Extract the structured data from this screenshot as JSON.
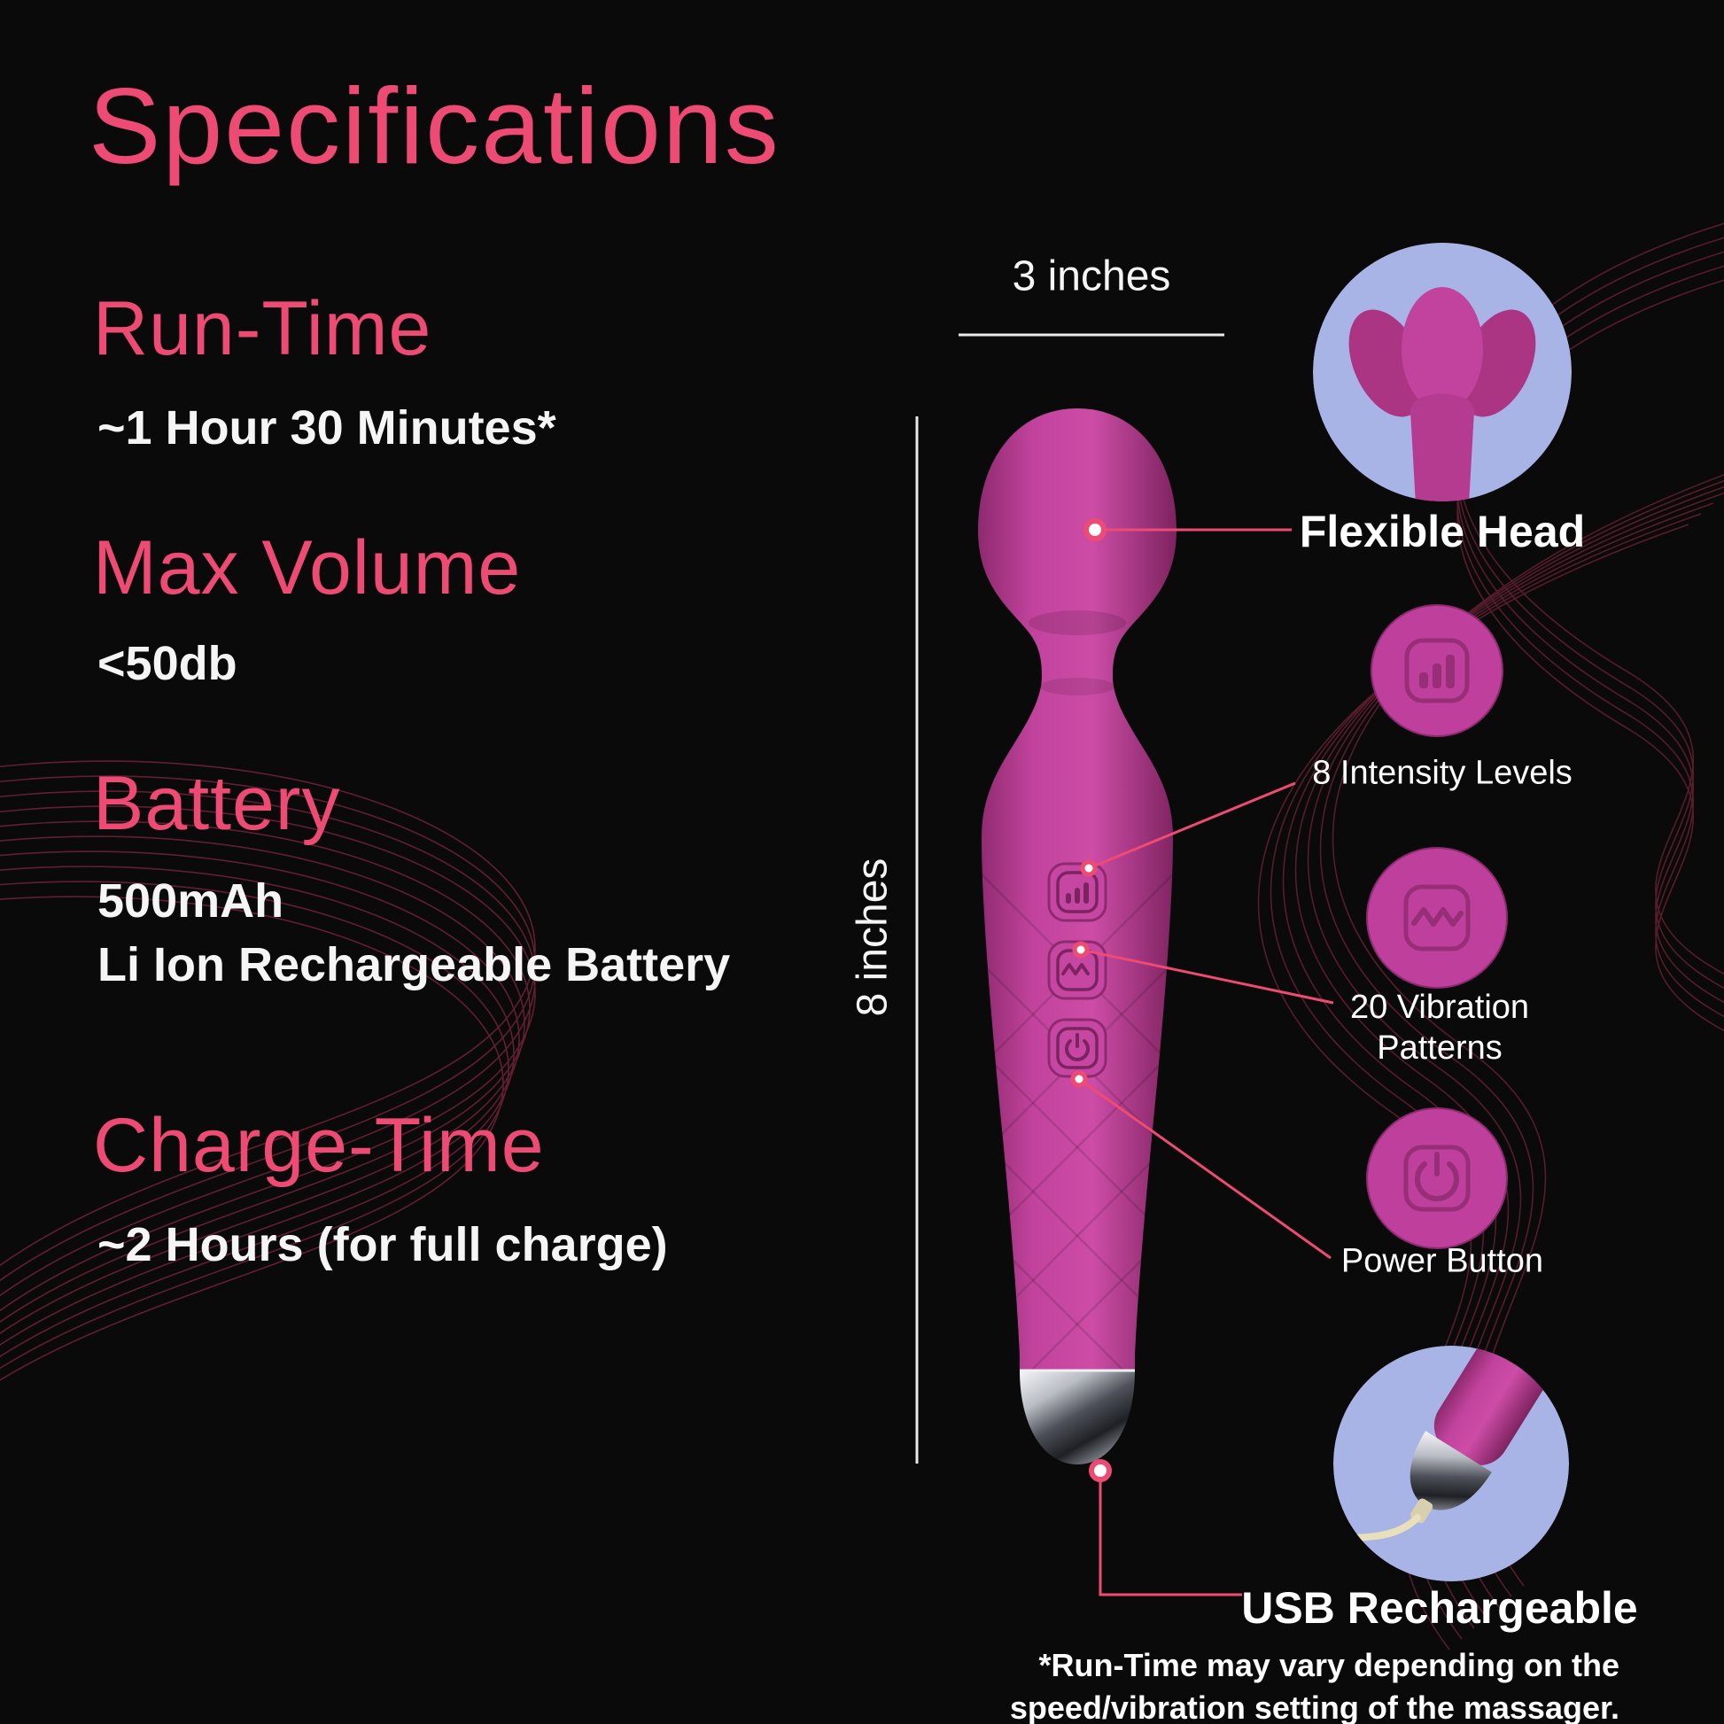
{
  "colors": {
    "background": "#0a0a0a",
    "accent_pink": "#ee4b74",
    "wave_pink": "#c9395f",
    "product_magenta": "#c2439d",
    "periwinkle": "#a9b4e6",
    "text_white": "#f5f5f5"
  },
  "title": "Specifications",
  "specs": [
    {
      "heading": "Run-Time",
      "lines": [
        "~1 Hour 30 Minutes*"
      ]
    },
    {
      "heading": "Max Volume",
      "lines": [
        "<50db"
      ]
    },
    {
      "heading": "Battery",
      "lines": [
        "500mAh",
        "Li Ion Rechargeable Battery"
      ]
    },
    {
      "heading": "Charge-Time",
      "lines": [
        "~2 Hours (for full charge)"
      ]
    }
  ],
  "dimensions": {
    "width": "3 inches",
    "height": "8 inches"
  },
  "callouts": {
    "flexible_head": "Flexible Head",
    "intensity": "8 Intensity Levels",
    "vibration_line1": "20 Vibration",
    "vibration_line2": "Patterns",
    "power": "Power Button",
    "usb": "USB Rechargeable"
  },
  "icons": {
    "intensity": "intensity-bars-icon",
    "vibration": "vibration-wave-icon",
    "power": "power-icon",
    "usb": "usb-cable-icon"
  },
  "footnote": {
    "line1": "*Run-Time may vary depending on the",
    "line2": "speed/vibration setting of the massager."
  }
}
